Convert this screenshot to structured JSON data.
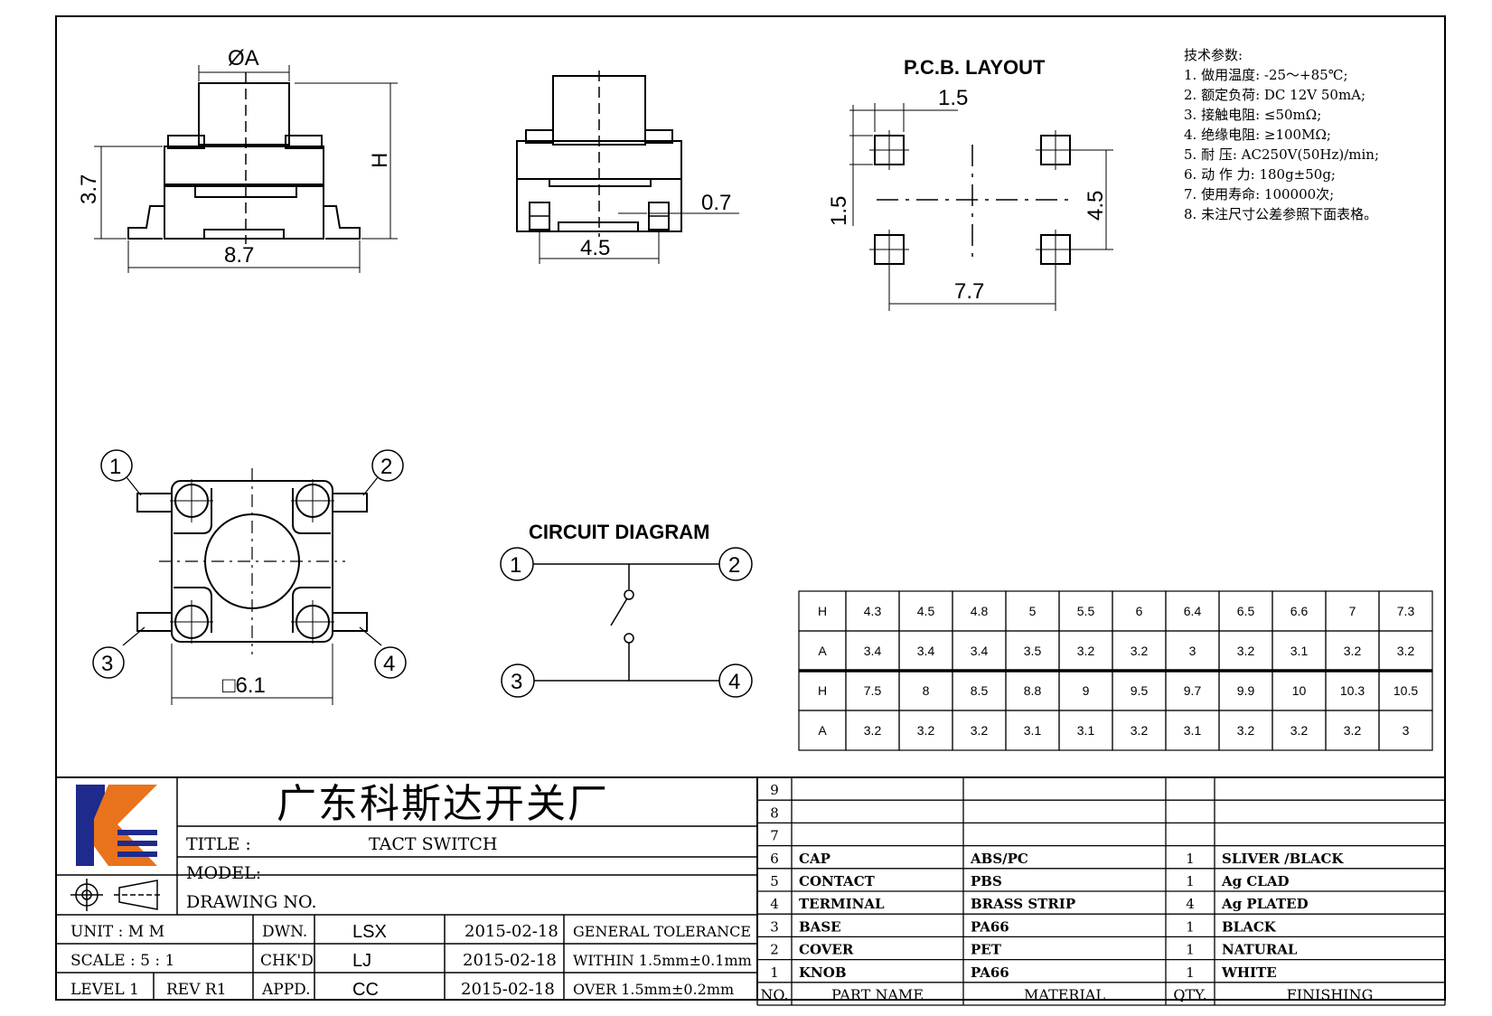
{
  "pcb_layout": {
    "title": "P.C.B. LAYOUT",
    "dim_pad": "1.5",
    "dim_pad_v": "1.5",
    "dim_pitch_v": "4.5",
    "dim_pitch_h": "7.7"
  },
  "side_view": {
    "dim_a": "ØA",
    "dim_h": "H",
    "dim_height": "3.7",
    "dim_width": "8.7"
  },
  "front_view": {
    "dim_lead": "0.7",
    "dim_spacing": "4.5"
  },
  "top_view": {
    "dim_body": "□6.1",
    "pins": [
      "1",
      "2",
      "3",
      "4"
    ]
  },
  "circuit": {
    "title": "CIRCUIT DIAGRAM",
    "pins": [
      "1",
      "2",
      "3",
      "4"
    ]
  },
  "tech_params": {
    "heading": "技术参数:",
    "items": [
      "1. 做用温度: -25～+85℃;",
      "2. 额定负荷: DC 12V 50mA;",
      "3. 接触电阻: ≤50mΩ;",
      "4. 绝缘电阻: ≥100MΩ;",
      "5. 耐    压: AC250V(50Hz)/min;",
      "6. 动 作 力: 180g±50g;",
      "7. 使用寿命: 100000次;",
      "8. 未注尺寸公差参照下面表格。"
    ]
  },
  "dim_table": {
    "rows": [
      [
        "H",
        "4.3",
        "4.5",
        "4.8",
        "5",
        "5.5",
        "6",
        "6.4",
        "6.5",
        "6.6",
        "7",
        "7.3"
      ],
      [
        "A",
        "3.4",
        "3.4",
        "3.4",
        "3.5",
        "3.2",
        "3.2",
        "3",
        "3.2",
        "3.1",
        "3.2",
        "3.2"
      ],
      [
        "H",
        "7.5",
        "8",
        "8.5",
        "8.8",
        "9",
        "9.5",
        "9.7",
        "9.9",
        "10",
        "10.3",
        "10.5"
      ],
      [
        "A",
        "3.2",
        "3.2",
        "3.2",
        "3.1",
        "3.1",
        "3.2",
        "3.1",
        "3.2",
        "3.2",
        "3.2",
        "3"
      ]
    ]
  },
  "title_block": {
    "company": "广东科斯达开关厂",
    "title_label": "TITLE :",
    "title_value": "TACT SWITCH",
    "model_label": "MODEL:",
    "drawing_label": "DRAWING NO.",
    "unit_label": "UNIT   :   M M",
    "scale_label": "SCALE  :  5 : 1",
    "level_label": "LEVEL 1",
    "rev_label": "REV  R1",
    "dwn_label": "DWN.",
    "chk_label": "CHK'D",
    "appd_label": "APPD.",
    "dwn_name": "LSX",
    "chk_name": "LJ",
    "appd_name": "CC",
    "dwn_date": "2015-02-18",
    "chk_date": "2015-02-18",
    "appd_date": "2015-02-18",
    "tol_title": "GENERAL TOLERANCE",
    "tol_within": "WITHIN 1.5mm±0.1mm",
    "tol_over": "OVER   1.5mm±0.2mm"
  },
  "bom": {
    "header": {
      "no": "NO.",
      "part": "PART  NAME",
      "material": "MATERIAL",
      "qty": "QTY.",
      "finishing": "FINISHING"
    },
    "rows": [
      {
        "no": "9",
        "part": "",
        "material": "",
        "qty": "",
        "finishing": ""
      },
      {
        "no": "8",
        "part": "",
        "material": "",
        "qty": "",
        "finishing": ""
      },
      {
        "no": "7",
        "part": "",
        "material": "",
        "qty": "",
        "finishing": ""
      },
      {
        "no": "6",
        "part": "CAP",
        "material": "ABS/PC",
        "qty": "1",
        "finishing": "SLIVER /BLACK"
      },
      {
        "no": "5",
        "part": "CONTACT",
        "material": "PBS",
        "qty": "1",
        "finishing": "Ag CLAD"
      },
      {
        "no": "4",
        "part": "TERMINAL",
        "material": "BRASS STRIP",
        "qty": "4",
        "finishing": "Ag PLATED"
      },
      {
        "no": "3",
        "part": "BASE",
        "material": "PA66",
        "qty": "1",
        "finishing": "BLACK"
      },
      {
        "no": "2",
        "part": "COVER",
        "material": "PET",
        "qty": "1",
        "finishing": "NATURAL"
      },
      {
        "no": "1",
        "part": "KNOB",
        "material": "PA66",
        "qty": "1",
        "finishing": "WHITE"
      }
    ]
  }
}
